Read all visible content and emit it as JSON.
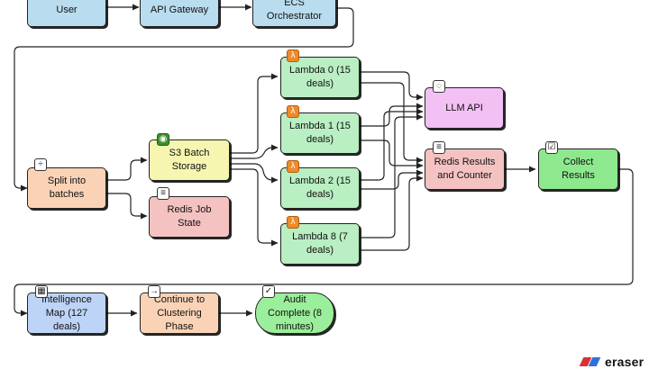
{
  "nodes": {
    "user": "User",
    "api_gateway": "API Gateway",
    "ecs_orchestrator": "ECS Orchestrator",
    "split_batches": "Split into batches",
    "s3_batch_storage": "S3 Batch Storage",
    "redis_job_state": "Redis Job State",
    "lambda_0": "Lambda 0 (15 deals)",
    "lambda_1": "Lambda 1 (15 deals)",
    "lambda_2": "Lambda 2 (15 deals)",
    "lambda_8": "Lambda 8 (7 deals)",
    "llm_api": "LLM API",
    "redis_results": "Redis Results and Counter",
    "collect_results": "Collect Results",
    "intelligence_map": "Intelligence Map (127 deals)",
    "continue_clustering": "Continue to Clustering Phase",
    "audit_complete": "Audit Complete (8 minutes)"
  },
  "icons": {
    "split": "split-icon",
    "s3": "s3-bucket-icon",
    "redis_job": "database-icon",
    "lambda": "lambda-icon",
    "llm": "chat-bubble-icon",
    "redis_results": "database-icon",
    "collect": "checkbox-icon",
    "map": "map-icon",
    "continue": "arrow-right-icon",
    "audit": "check-icon"
  },
  "colors": {
    "blue": "#b9dcee",
    "orange": "#fad3b6",
    "yellow": "#f6f6b0",
    "pink": "#f5c2c2",
    "green": "#b9efc2",
    "purple": "#f2c0f2",
    "bright_green": "#8ee88e",
    "light_blue": "#bed4f6",
    "audit_green": "#9bee9b"
  },
  "brand": {
    "name": "eraser"
  }
}
